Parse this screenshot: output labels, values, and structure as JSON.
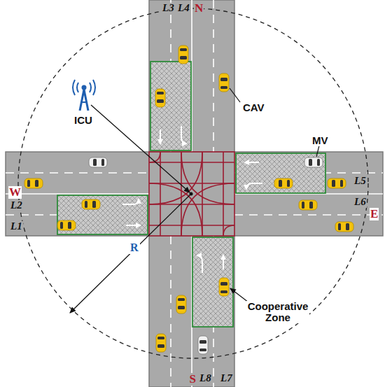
{
  "diagram": {
    "labels": [
      "L3",
      "L4",
      "N",
      "CAV",
      "ICU",
      "MV",
      "L5",
      "W",
      "L6",
      "E",
      "L2",
      "L1",
      "R",
      "Cooperative Zone",
      "S",
      "L8",
      "L7"
    ]
  }
}
